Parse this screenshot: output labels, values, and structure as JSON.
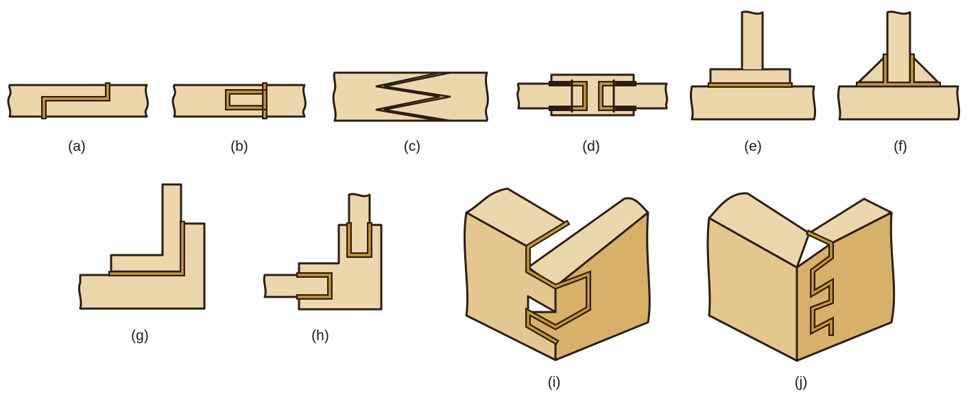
{
  "labels": {
    "a": "(a)",
    "b": "(b)",
    "c": "(c)",
    "d": "(d)",
    "e": "(e)",
    "f": "(f)",
    "g": "(g)",
    "h": "(h)",
    "i": "(i)",
    "j": "(j)"
  },
  "colors": {
    "wood_light": "#ecd7ad",
    "wood_mid": "#e4c68f",
    "wood_dark": "#d7b06a",
    "glue_line": "#c99a2c",
    "outline": "#2b1d14"
  }
}
